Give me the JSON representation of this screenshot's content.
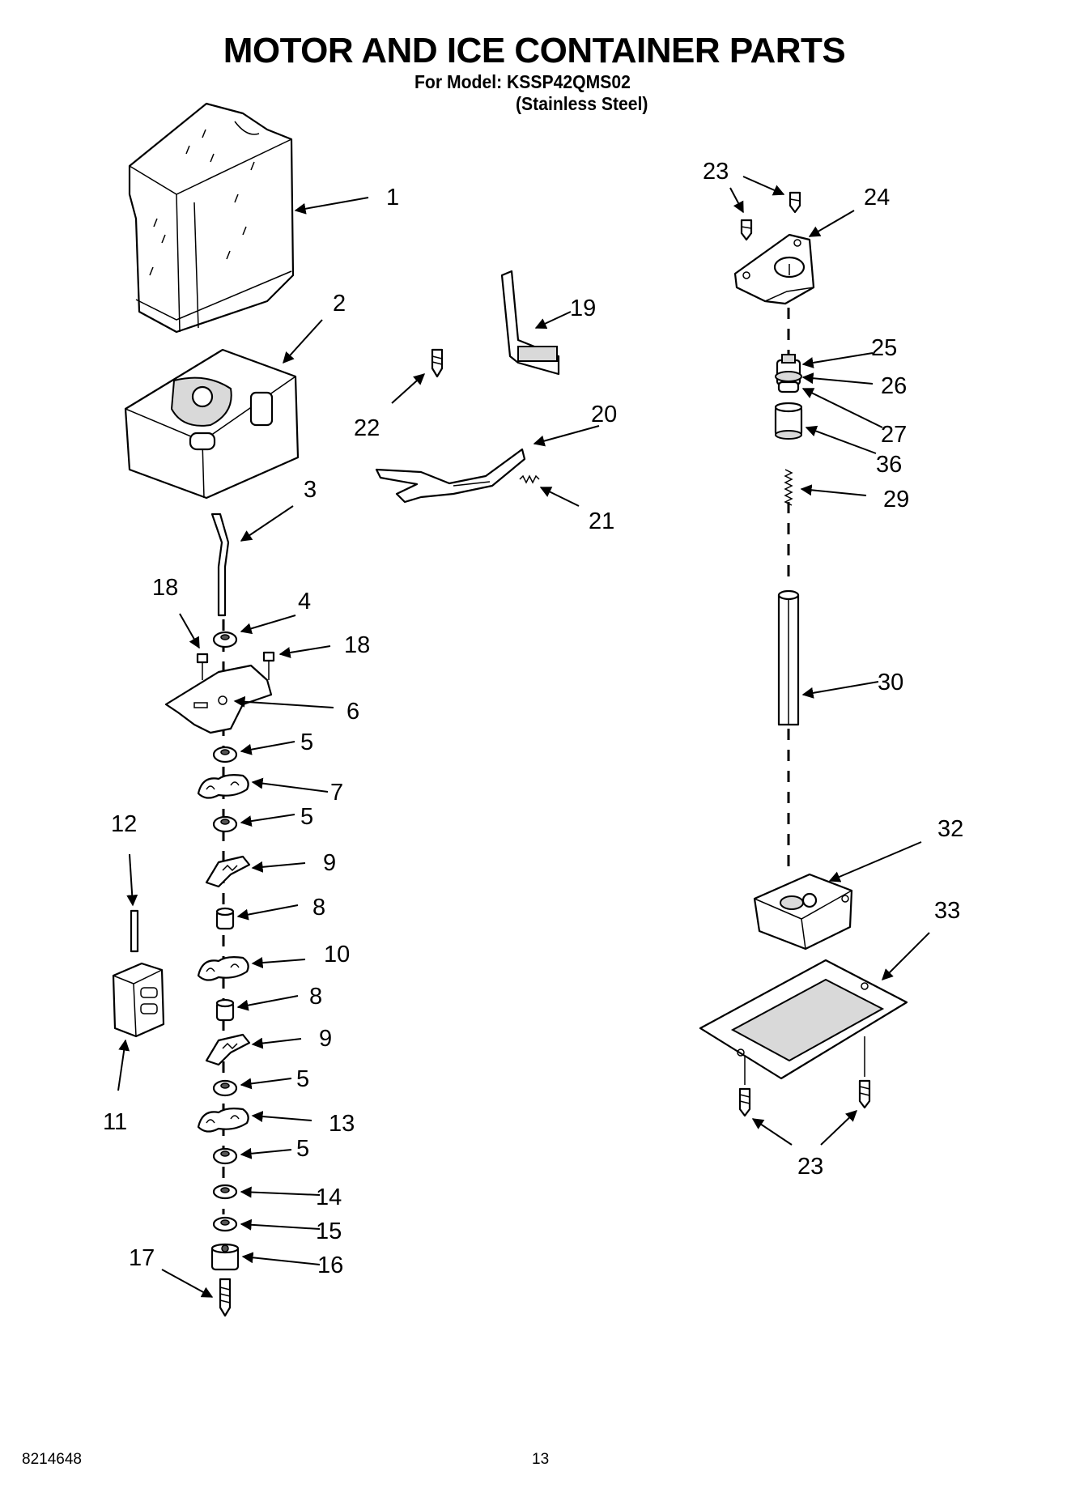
{
  "header": {
    "title": "MOTOR AND ICE CONTAINER PARTS",
    "model_line": "For Model: KSSP42QMS02",
    "finish_line": "(Stainless Steel)"
  },
  "footer": {
    "document_number": "8214648",
    "page_number": "13"
  },
  "callouts": {
    "c1": "1",
    "c2": "2",
    "c3": "3",
    "c4": "4",
    "c5a": "5",
    "c5b": "5",
    "c5c": "5",
    "c5d": "5",
    "c6": "6",
    "c7": "7",
    "c8a": "8",
    "c8b": "8",
    "c9a": "9",
    "c9b": "9",
    "c10": "10",
    "c11": "11",
    "c12": "12",
    "c13": "13",
    "c14": "14",
    "c15": "15",
    "c16": "16",
    "c17": "17",
    "c18a": "18",
    "c18b": "18",
    "c19": "19",
    "c20": "20",
    "c21": "21",
    "c22": "22",
    "c23a": "23",
    "c23b": "23",
    "c24": "24",
    "c25": "25",
    "c26": "26",
    "c27": "27",
    "c29": "29",
    "c30": "30",
    "c32": "32",
    "c33": "33",
    "c36": "36"
  }
}
